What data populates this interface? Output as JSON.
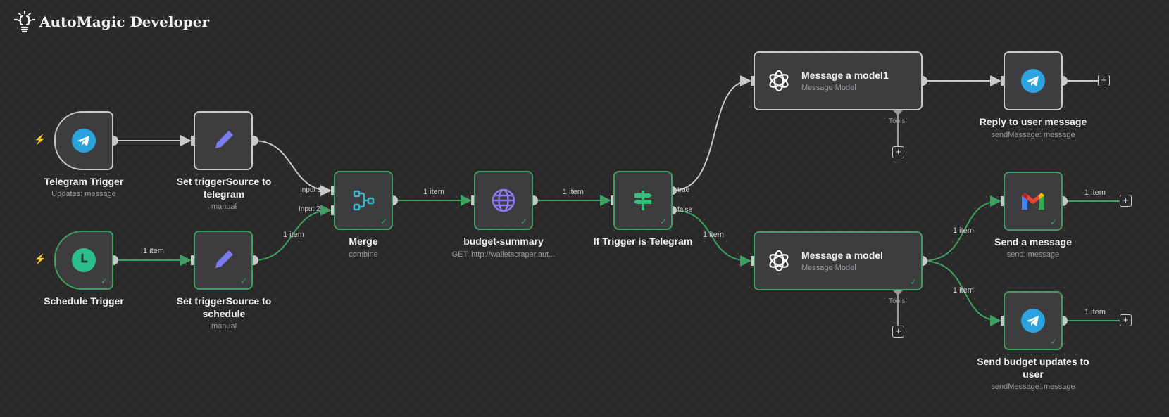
{
  "app": {
    "title": "AutoMagic Developer"
  },
  "colors": {
    "success": "#3f9f62",
    "idle": "#c9c9cc",
    "canvas": "#2a2a2b",
    "telegram": "#2aa3de"
  },
  "nodes": [
    {
      "name": "Telegram Trigger",
      "subtitle": "Updates: message",
      "icon": "telegram-icon"
    },
    {
      "name": "Set triggerSource to telegram",
      "subtitle": "manual",
      "icon": "pencil-icon"
    },
    {
      "name": "Schedule Trigger",
      "subtitle": "",
      "icon": "clock-icon"
    },
    {
      "name": "Set triggerSource to schedule",
      "subtitle": "manual",
      "icon": "pencil-icon"
    },
    {
      "name": "Merge",
      "subtitle": "combine",
      "icon": "merge-icon"
    },
    {
      "name": "budget-summary",
      "subtitle": "GET: http://walletscraper.aut...",
      "icon": "globe-icon"
    },
    {
      "name": "If Trigger is Telegram",
      "subtitle": "",
      "icon": "signpost-icon"
    },
    {
      "name": "Message a model1",
      "subtitle": "Message Model",
      "icon": "openai-icon"
    },
    {
      "name": "Reply to user message",
      "subtitle": "sendMessage: message",
      "icon": "telegram-icon"
    },
    {
      "name": "Message a model",
      "subtitle": "Message Model",
      "icon": "openai-icon"
    },
    {
      "name": "Send a message",
      "subtitle": "send: message",
      "icon": "gmail-icon"
    },
    {
      "name": "Send budget updates to user",
      "subtitle": "sendMessage: message",
      "icon": "telegram-icon"
    }
  ],
  "handles": {
    "input1": "Input 1",
    "input2": "Input 2",
    "true": "true",
    "false": "false",
    "tools": "Tools"
  },
  "edge_labels": {
    "item": "1 item"
  },
  "icons": {
    "check": "✓",
    "plus": "+",
    "bolt": "⚡"
  }
}
